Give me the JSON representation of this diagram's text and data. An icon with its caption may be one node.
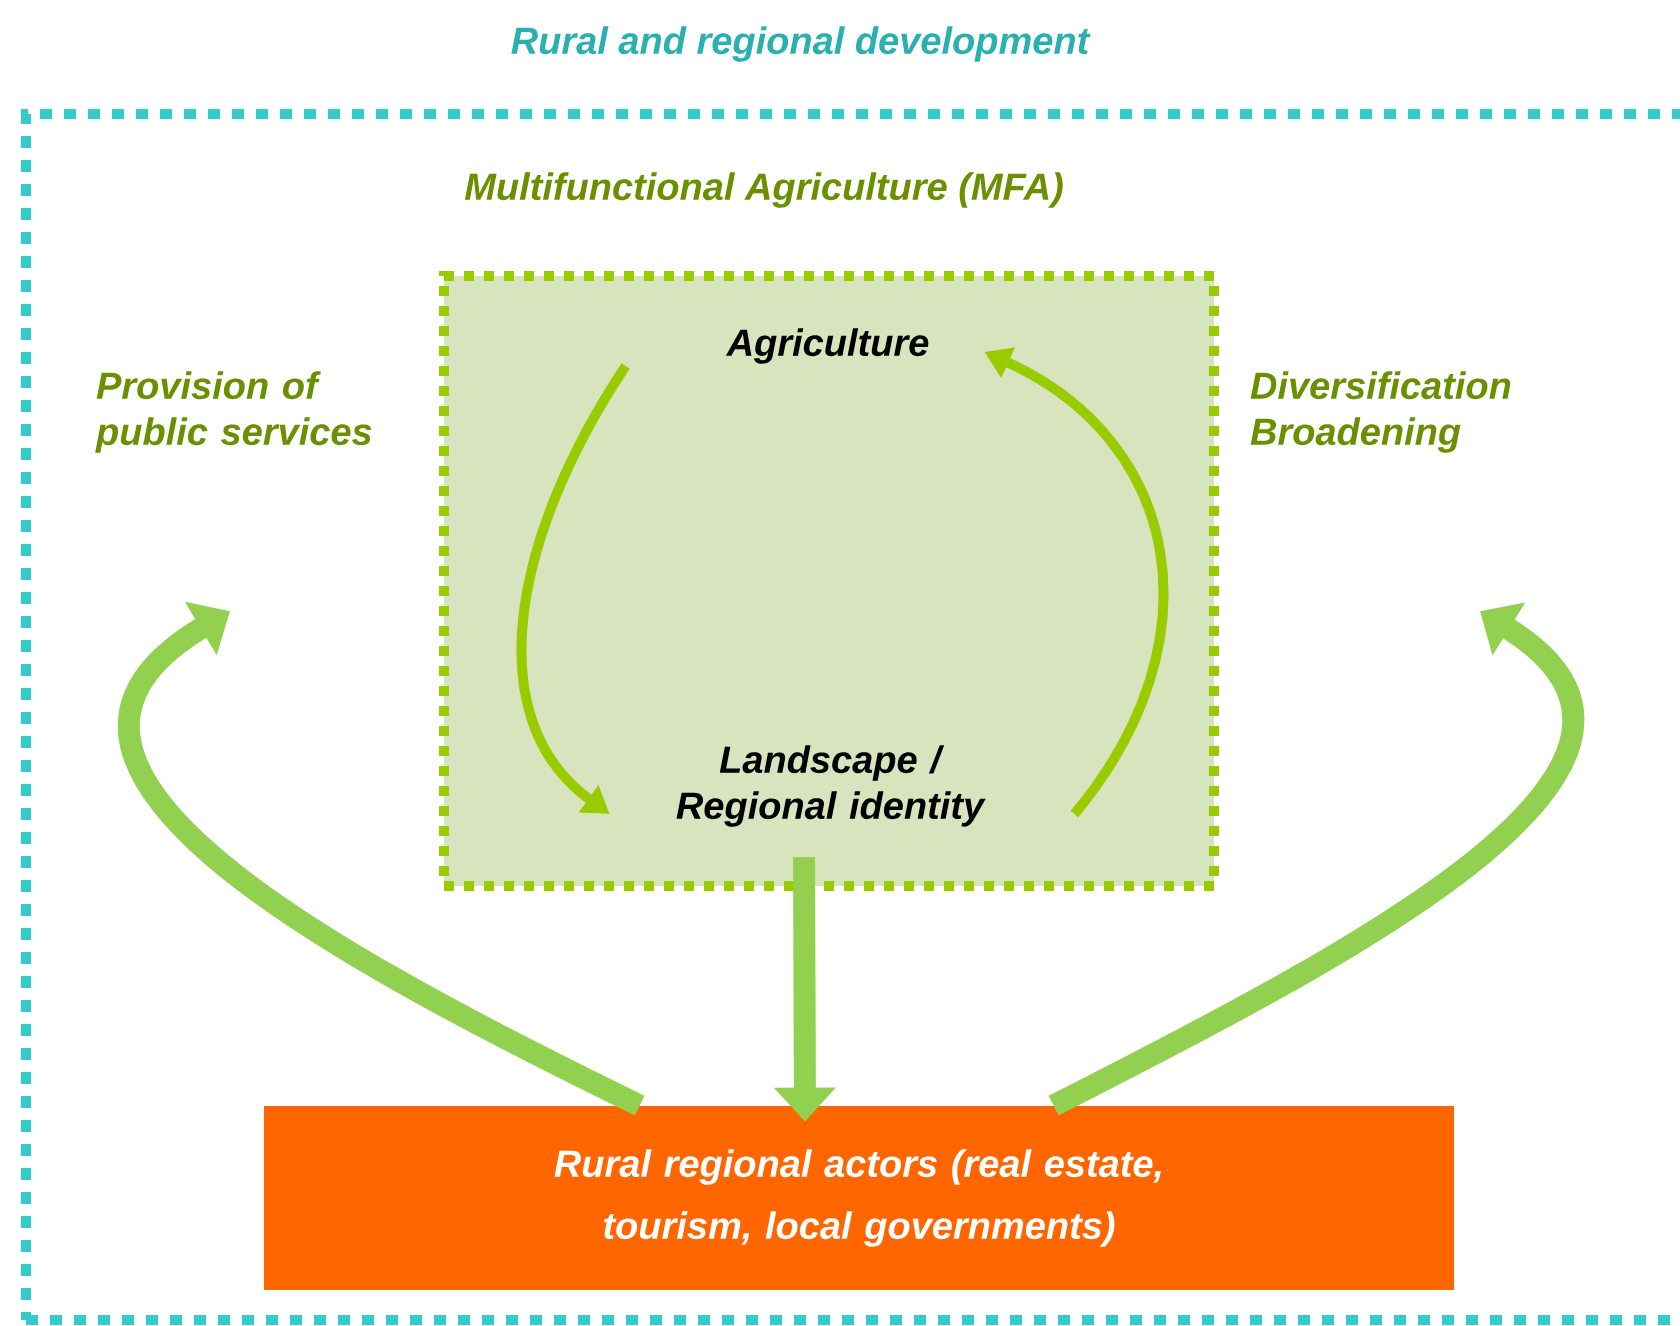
{
  "diagram": {
    "nodes": [
      {
        "text": [
          "Rural and regional development"
        ]
      },
      {
        "text": [
          "Multifunctional Agriculture (MFA)"
        ],
        "in": 0
      },
      {
        "text": [
          "Agriculture"
        ],
        "in": 1
      },
      {
        "text": [
          "Landscape / Regional identity"
        ],
        "in": 1
      },
      {
        "text": [
          "Provision of public services"
        ],
        "in": 0
      },
      {
        "text": [
          "Diversification Broadening"
        ],
        "in": 0
      },
      {
        "text": [
          "Rural regional actors (real estate, tourism, local governments)"
        ],
        "in": 0
      }
    ],
    "edges": [
      {
        "from": 2,
        "to": 3,
        "arrow": "to",
        "color": "#99cc00"
      },
      {
        "from": 3,
        "to": 2,
        "arrow": "to",
        "color": "#99cc00"
      },
      {
        "from": 3,
        "to": 6,
        "arrow": "to"
      },
      {
        "from": 6,
        "to": 4,
        "arrow": "to"
      },
      {
        "from": 6,
        "to": 5,
        "arrow": "to"
      }
    ]
  }
}
